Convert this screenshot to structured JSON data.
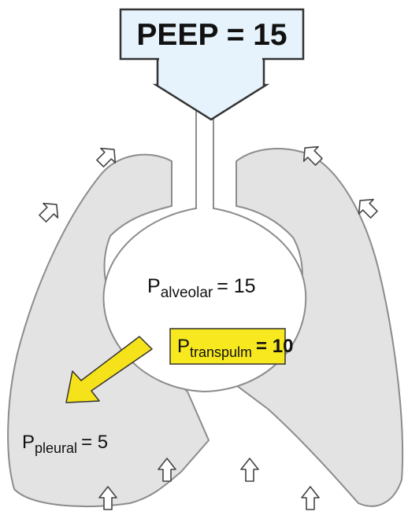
{
  "peep": {
    "text": "PEEP = 15"
  },
  "alveolar": {
    "base": "P",
    "sub": "alveolar",
    "rest": "= 15"
  },
  "transpulm": {
    "base": "P",
    "sub": "transpulm",
    "rest": "= 10"
  },
  "pleural": {
    "base": "P",
    "sub": "pleural",
    "rest": "= 5"
  },
  "colors": {
    "lung_fill": "#e3e3e3",
    "lung_stroke": "#8c8c8c",
    "peep_fill": "#e6f3fc",
    "highlight": "#f7e81f",
    "arrow_yellow": "#f5e21a"
  },
  "icons": [
    "peep-down-arrow",
    "pleural-arrow",
    "pressure-arrow"
  ]
}
